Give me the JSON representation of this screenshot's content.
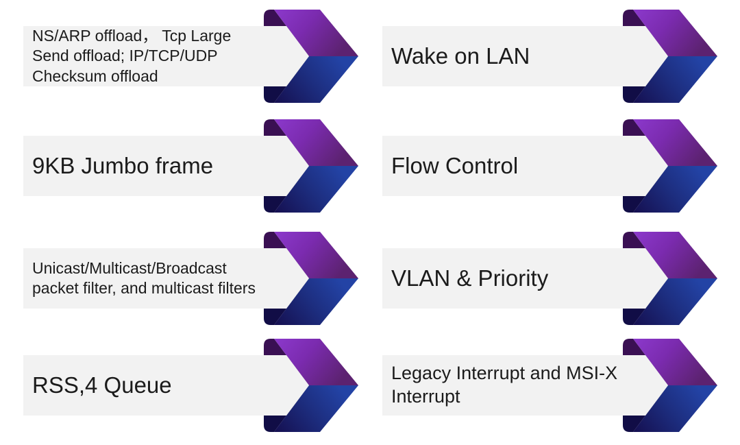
{
  "slide": {
    "background": "#ffffff",
    "description": "Network adapter feature list with ribbon chevron arrows"
  },
  "features": {
    "columns": [
      {
        "side": "left",
        "items": [
          {
            "label": "NS/ARP offload， Tcp Large Send offload; IP/TCP/UDP Checksum offload"
          },
          {
            "label": "9KB Jumbo frame"
          },
          {
            "label": "Unicast/Multicast/Broadcast packet filter, and multicast filters"
          },
          {
            "label": "RSS,4 Queue"
          }
        ]
      },
      {
        "side": "right",
        "items": [
          {
            "label": "Wake on LAN"
          },
          {
            "label": "Flow Control"
          },
          {
            "label": "VLAN & Priority"
          },
          {
            "label": "Legacy Interrupt and MSI-X Interrupt"
          }
        ]
      }
    ]
  },
  "icons": {
    "arrow": "chevron-right-ribbon-arrow"
  },
  "colors": {
    "bar_background": "#f2f2f2",
    "label_text": "#1b1b1b",
    "ribbon_purple_light": "#8c39cc",
    "ribbon_purple": "#7b2baf",
    "ribbon_purple_dark_tip": "#5c2270",
    "ribbon_purple_fold": "#3a1053",
    "ribbon_navy_fold": "#110d46",
    "ribbon_navy": "#150f50",
    "ribbon_blue_tip": "#2343a5"
  }
}
